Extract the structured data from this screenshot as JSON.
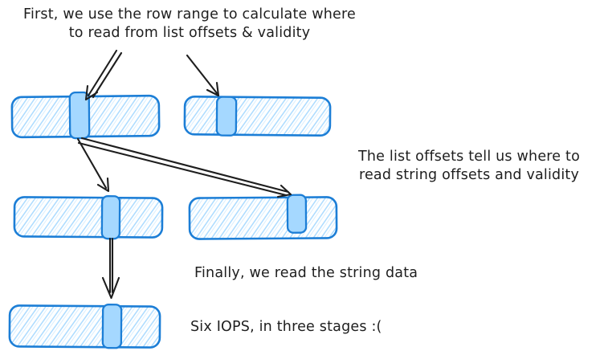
{
  "annotations": {
    "step1": "First, we use the row range to calculate where\nto read from list offsets & validity",
    "step2": "The list offsets tell us where to\nread string offsets and validity",
    "step3": "Finally, we read the string data",
    "summary": "Six IOPS, in three stages :("
  },
  "colors": {
    "ink": "#1e1e1e",
    "buffer_stroke": "#1c7ed6",
    "buffer_fill": "#a5d8ff",
    "background": "#ffffff"
  }
}
